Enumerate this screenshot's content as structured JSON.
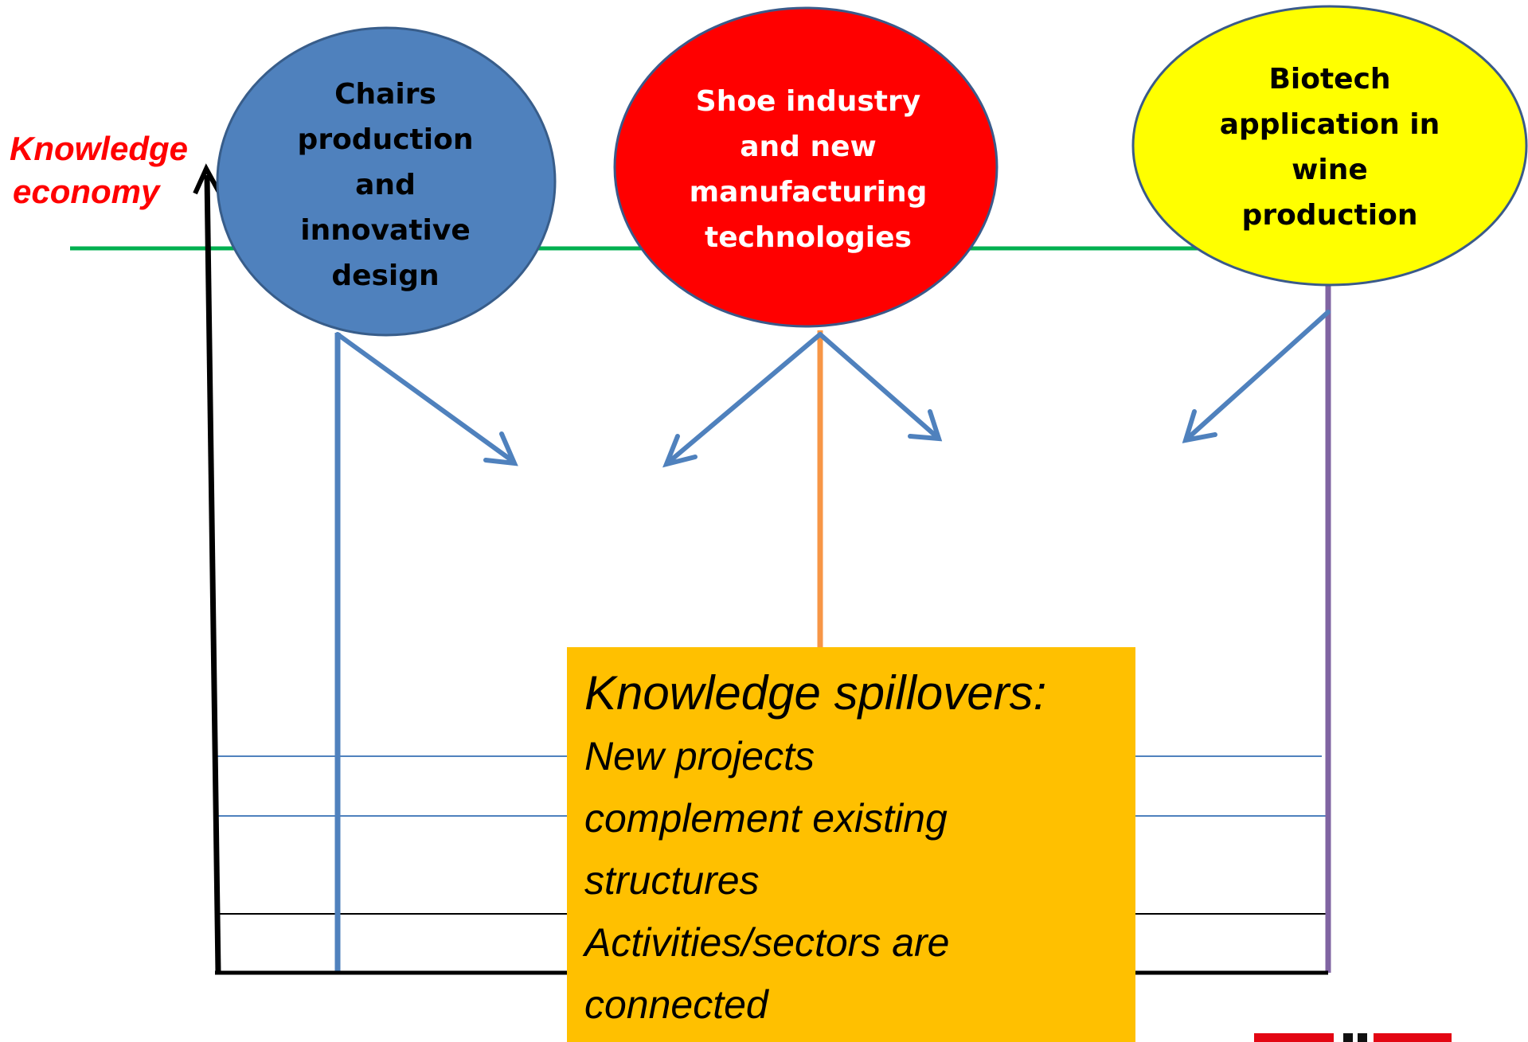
{
  "axis": {
    "label_line1": "Knowledge",
    "label_line2": "economy",
    "label_color": "#ff0000"
  },
  "nodes": [
    {
      "id": "chairs",
      "label": "Chairs production and innovative design",
      "fill": "#4f81bd",
      "text_color": "#000000"
    },
    {
      "id": "shoe",
      "label": "Shoe industry and new manufacturing technologies",
      "fill": "#ff0000",
      "text_color": "#ffffff"
    },
    {
      "id": "biotech",
      "label": "Biotech application in wine production",
      "fill": "#ffff00",
      "text_color": "#000000"
    }
  ],
  "spillovers": {
    "title": "Knowledge spillovers:",
    "line1": "New projects",
    "line2": "complement existing",
    "line3": "structures",
    "line4": "Activities/sectors are",
    "line5": "connected",
    "fill": "#ffc000"
  },
  "colors": {
    "knowledge_line": "#00b050",
    "arrow_blue": "#4f81bd",
    "orange_line": "#f79646",
    "purple_line": "#8064a2"
  }
}
